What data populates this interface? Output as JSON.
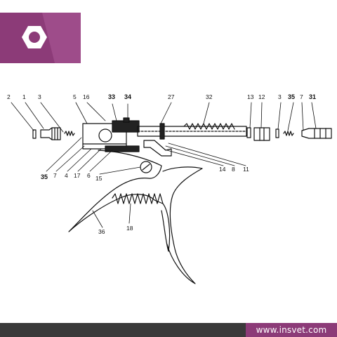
{
  "brand": {
    "logo_icon": "hex-nut-icon",
    "accent_color": "#8c3b78",
    "footer_bg": "#3a3a3a",
    "website": "www.insvet.com"
  },
  "part_labels": {
    "p1": "1",
    "p2": "2",
    "p3a": "3",
    "p3b": "3",
    "p4": "4",
    "p5": "5",
    "p6": "6",
    "p7a": "7",
    "p7b": "7",
    "p8": "8",
    "p11": "11",
    "p12": "12",
    "p13": "13",
    "p14": "14",
    "p15": "15",
    "p16": "16",
    "p17": "17",
    "p18": "18",
    "p27": "27",
    "p31": "31",
    "p32": "32",
    "p33": "33",
    "p34": "34",
    "p35a": "35",
    "p35b": "35",
    "p36": "36"
  }
}
